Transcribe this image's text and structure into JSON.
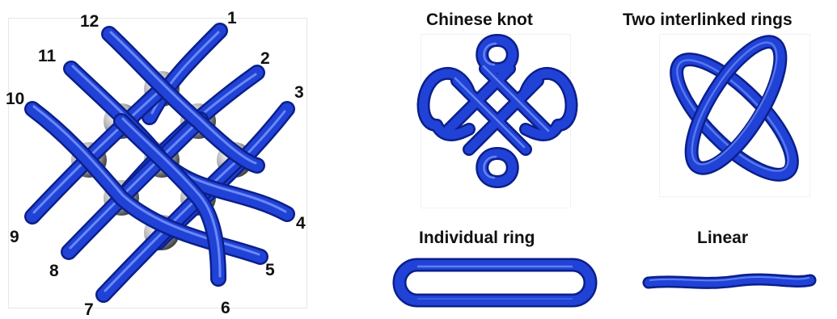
{
  "grid_panel": {
    "strand_numbers": [
      "1",
      "2",
      "3",
      "4",
      "5",
      "6",
      "7",
      "8",
      "9",
      "10",
      "11",
      "12"
    ]
  },
  "topologies": [
    {
      "label": "Chinese knot"
    },
    {
      "label": "Two interlinked rings"
    },
    {
      "label": "Individual ring"
    },
    {
      "label": "Linear"
    }
  ],
  "colors": {
    "strand": "#1f3fd0",
    "strand_dark": "#0b1f8a",
    "strand_highlight": "#6f92ff",
    "junction": "#9a9a9a"
  }
}
